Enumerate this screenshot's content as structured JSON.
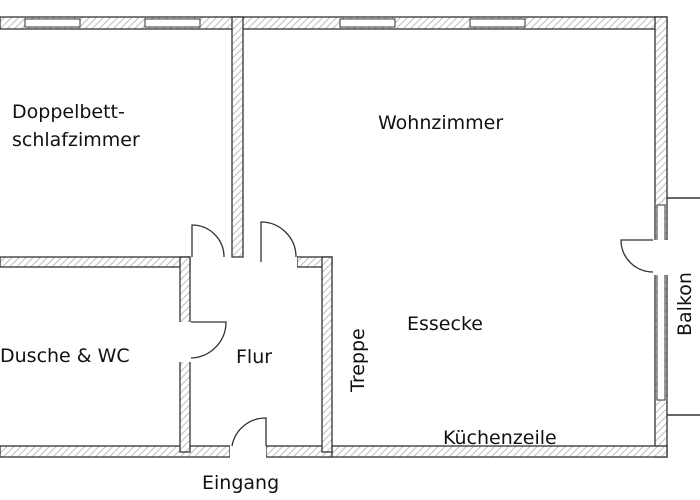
{
  "rooms": {
    "bedroom": {
      "line1": "Doppelbett-",
      "line2": "schlafzimmer"
    },
    "living": "Wohnzimmer",
    "dining": "Essecke",
    "bathroom": "Dusche & WC",
    "hallway": "Flur",
    "kitchen": "Küchenzeile"
  },
  "features": {
    "stairs": "Treppe",
    "balcony": "Balkon",
    "entrance": "Eingang"
  },
  "colors": {
    "wall_stroke": "#333333",
    "hatch": "#bdbdbd",
    "text": "#111111"
  }
}
